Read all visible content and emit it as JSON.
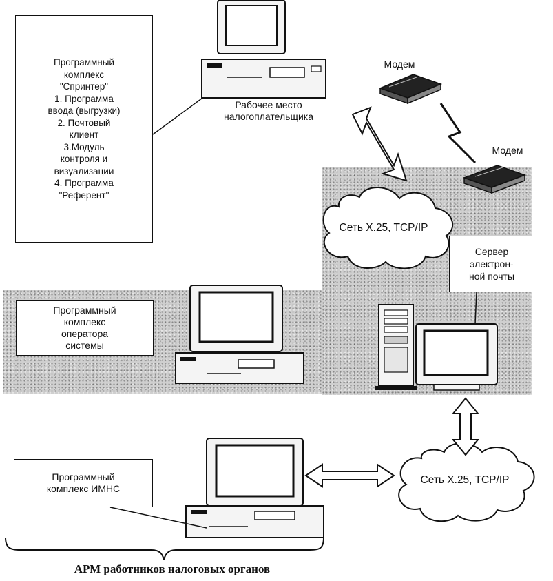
{
  "sprinter_box": {
    "lines": [
      "Программный",
      "комплекс",
      "\"Спринтер\"",
      "1. Программа",
      "ввода (выгрузки)",
      "2. Почтовый",
      "клиент",
      "3.Модуль",
      "контроля и",
      "визуализации",
      "4. Программа",
      "\"Референт\""
    ]
  },
  "taxpayer_workstation": {
    "label_line1": "Рабочее место",
    "label_line2": "налогоплательщика"
  },
  "modem_top": {
    "label": "Модем"
  },
  "modem_right": {
    "label": "Модем"
  },
  "network_upper": {
    "label": "Сеть X.25, TCP/IP"
  },
  "network_lower": {
    "label": "Сеть X.25, TCP/IP"
  },
  "mail_server_box": {
    "lines": [
      "Сервер",
      "электрон-",
      "ной почты"
    ]
  },
  "operator_box": {
    "lines": [
      "Программный",
      "комплекс",
      "оператора",
      "системы"
    ]
  },
  "imns_box": {
    "lines": [
      "Программный",
      "комплекс ИМНС"
    ]
  },
  "caption": "АРМ работников налоговых органов"
}
